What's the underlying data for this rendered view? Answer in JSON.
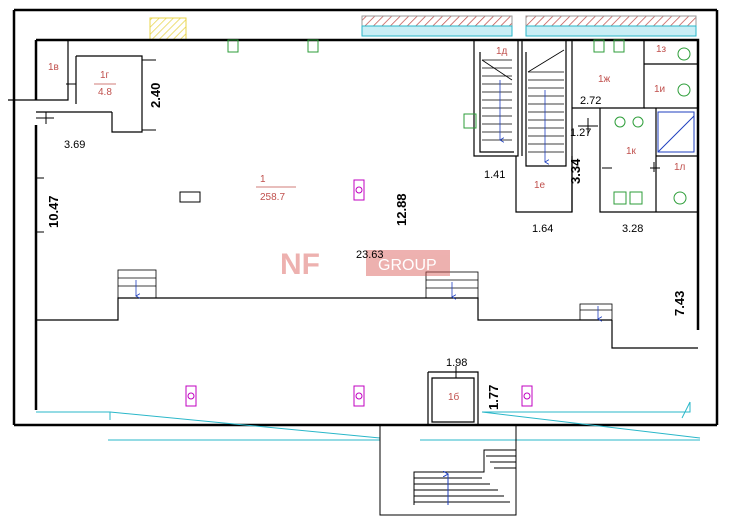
{
  "rooms": {
    "r1": {
      "label": "1",
      "area": "258.7"
    },
    "r1b": {
      "label": "1б"
    },
    "r1v": {
      "label": "1в"
    },
    "r1g": {
      "label": "1г",
      "area": "4.8"
    },
    "r1d": {
      "label": "1д"
    },
    "r1e": {
      "label": "1е"
    },
    "r1zh": {
      "label": "1ж"
    },
    "r1z": {
      "label": "1з"
    },
    "r1i": {
      "label": "1и"
    },
    "r1k": {
      "label": "1к"
    },
    "r1l": {
      "label": "1л"
    }
  },
  "dimensions": {
    "d_240": "2.40",
    "d_369": "3.69",
    "d_1047": "10.47",
    "d_1288": "12.88",
    "d_2363": "23.63",
    "d_141": "1.41",
    "d_334": "3.34",
    "d_164": "1.64",
    "d_272": "2.72",
    "d_127": "1.27",
    "d_328": "3.28",
    "d_743": "7.43",
    "d_198": "1.98",
    "d_177": "1.77"
  },
  "watermark": {
    "brand": "NF",
    "suffix": "GROUP"
  },
  "colors": {
    "wall": "#000000",
    "room_label": "#c0504d",
    "fixture_green": "#2e9e3a",
    "fixture_magenta": "#c000c0",
    "stair_blue": "#1f3fbf",
    "cyan": "#2ab7c9",
    "hatch_yellow": "#e8d44a",
    "watermark_red": "#d9534f"
  }
}
